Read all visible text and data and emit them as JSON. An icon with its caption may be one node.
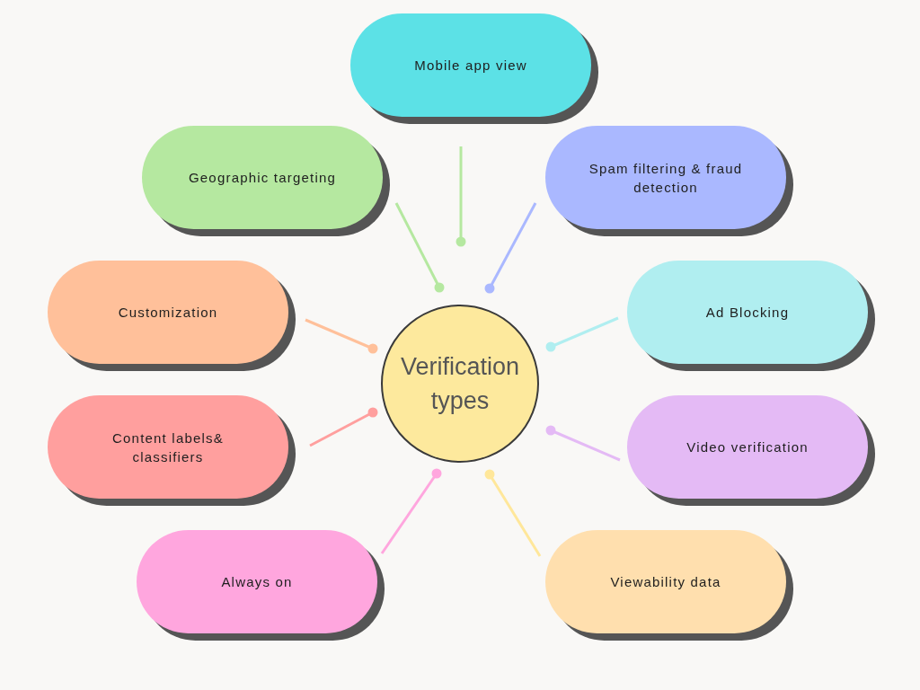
{
  "diagram": {
    "nodes": [
      {
        "text": [
          "Verification types"
        ]
      },
      {
        "text": [
          "Mobile app view"
        ]
      },
      {
        "text": [
          "Geographic targeting"
        ]
      },
      {
        "text": [
          "Spam filtering & fraud detection"
        ]
      },
      {
        "text": [
          "Customization"
        ]
      },
      {
        "text": [
          "Ad Blocking"
        ]
      },
      {
        "text": [
          "Content labels& classifiers"
        ]
      },
      {
        "text": [
          "Video verification"
        ]
      },
      {
        "text": [
          "Always on"
        ]
      },
      {
        "text": [
          "Viewability data"
        ]
      }
    ],
    "edges": [
      {
        "from": 1,
        "to": 0,
        "arrow": "other",
        "color": "#b5e8a0"
      },
      {
        "from": 2,
        "to": 0,
        "arrow": "other",
        "color": "#b5e8a0"
      },
      {
        "from": 3,
        "to": 0,
        "arrow": "other",
        "color": "#aab8ff"
      },
      {
        "from": 4,
        "to": 0,
        "arrow": "other",
        "color": "#ffc09a"
      },
      {
        "from": 5,
        "to": 0,
        "arrow": "other",
        "color": "#b0eef0"
      },
      {
        "from": 6,
        "to": 0,
        "arrow": "other",
        "color": "#ff9f9e"
      },
      {
        "from": 7,
        "to": 0,
        "arrow": "other",
        "color": "#e4baf5"
      },
      {
        "from": 8,
        "to": 0,
        "arrow": "other",
        "color": "#ffa6de"
      },
      {
        "from": 9,
        "to": 0,
        "arrow": "other",
        "color": "#ffe79a"
      }
    ]
  }
}
